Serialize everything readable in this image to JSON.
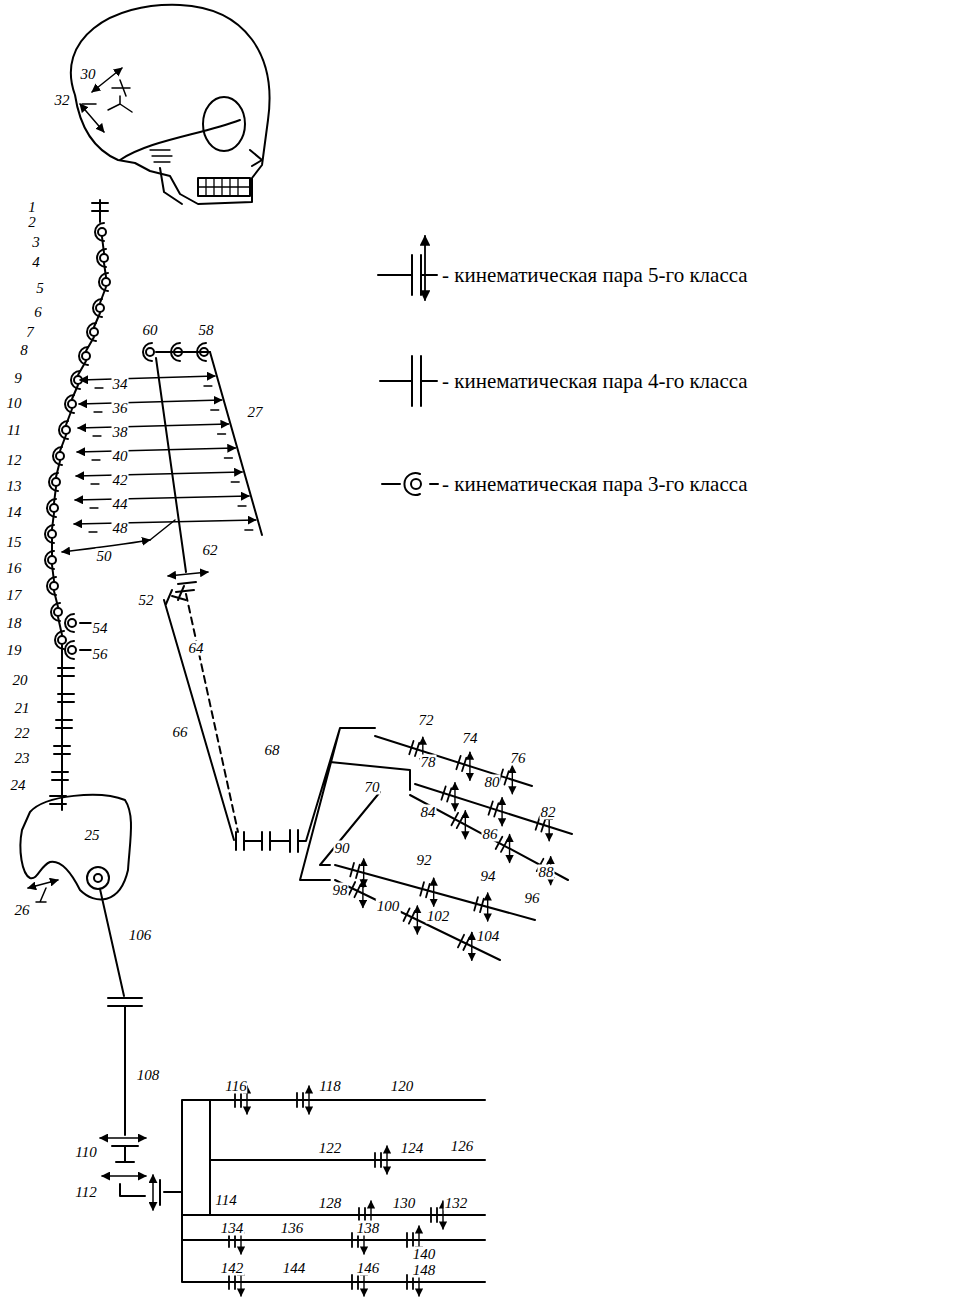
{
  "diagram": {
    "labels": [
      "30",
      "32",
      "1",
      "2",
      "3",
      "4",
      "5",
      "6",
      "7",
      "8",
      "9",
      "10",
      "11",
      "12",
      "13",
      "14",
      "15",
      "16",
      "17",
      "18",
      "19",
      "20",
      "21",
      "22",
      "23",
      "24",
      "25",
      "26",
      "60",
      "58",
      "27",
      "34",
      "36",
      "38",
      "40",
      "42",
      "44",
      "48",
      "50",
      "62",
      "52",
      "54",
      "56",
      "64",
      "66",
      "68",
      "70",
      "72",
      "74",
      "76",
      "78",
      "80",
      "82",
      "84",
      "86",
      "88",
      "90",
      "92",
      "94",
      "96",
      "98",
      "100",
      "102",
      "104",
      "106",
      "108",
      "110",
      "112",
      "114",
      "116",
      "118",
      "120",
      "122",
      "124",
      "126",
      "128",
      "130",
      "132",
      "134",
      "136",
      "138",
      "140",
      "142",
      "144",
      "146",
      "148"
    ],
    "legend": [
      {
        "text": "- кинематическая пара 5-го класса"
      },
      {
        "text": "- кинематическая пара 4-го класса"
      },
      {
        "text": "- кинематическая пара 3-го класса"
      }
    ]
  }
}
